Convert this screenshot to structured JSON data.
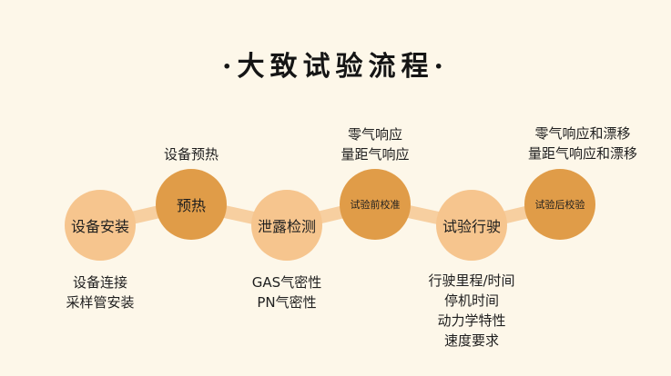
{
  "title": "·大致试验流程·",
  "steps": [
    {
      "label": "设备安装",
      "notes": [
        "设备连接",
        "采样管安装"
      ]
    },
    {
      "label": "预热",
      "notes": [
        "设备预热"
      ]
    },
    {
      "label": "泄露检测",
      "notes": [
        "GAS气密性",
        "PN气密性"
      ]
    },
    {
      "label": "试验前校准",
      "notes": [
        "零气响应",
        "量距气响应"
      ]
    },
    {
      "label": "试验行驶",
      "notes": [
        "行驶里程/时间",
        "停机时间",
        "动力学特性",
        "速度要求"
      ]
    },
    {
      "label": "试验后校验",
      "notes": [
        "零气响应和漂移",
        "量距气响应和漂移"
      ]
    }
  ],
  "colors": {
    "background": "#fdf7e9",
    "node_light": "#f6c58e",
    "node_dark": "#e09c48",
    "connector": "#f7cfa0"
  }
}
